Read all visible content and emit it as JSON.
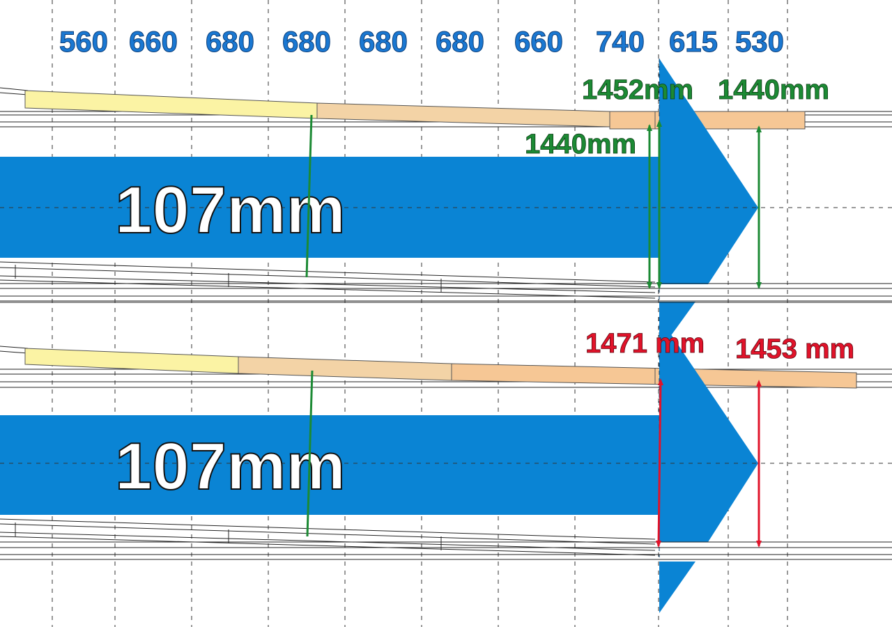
{
  "column_labels": [
    "560",
    "660",
    "680",
    "680",
    "680",
    "680",
    "660",
    "740",
    "615",
    "530"
  ],
  "panels": [
    {
      "gauge_label": "107mm",
      "measurements": [
        {
          "text": "1452mm",
          "color": "green"
        },
        {
          "text": "1440mm",
          "color": "green"
        },
        {
          "text": "1440mm",
          "color": "green"
        }
      ]
    },
    {
      "gauge_label": "107mm",
      "measurements": [
        {
          "text": "1471 mm",
          "color": "red"
        },
        {
          "text": "1453 mm",
          "color": "red"
        }
      ]
    }
  ],
  "colors": {
    "gauge_blue": "#0a84d4",
    "label_blue": "#1a78d2",
    "green": "#1c8a34",
    "red": "#e1132a",
    "rail_yellow": "#fbf3a4",
    "rail_orange": "#f6c795",
    "rail_orange_mid": "#f3d3a6"
  }
}
